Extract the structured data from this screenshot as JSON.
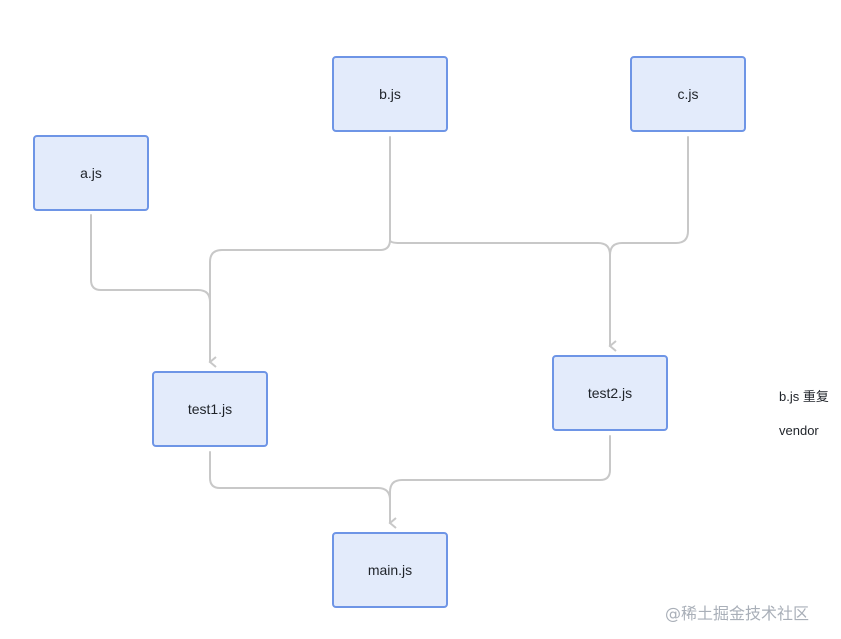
{
  "nodes": {
    "a": "a.js",
    "b": "b.js",
    "c": "c.js",
    "test1": "test1.js",
    "test2": "test2.js",
    "main": "main.js"
  },
  "notes": {
    "duplicate": "b.js 重复",
    "vendor": "vendor"
  },
  "watermark": "@稀土掘金技术社区",
  "colors": {
    "node_fill": "#e3ebfb",
    "node_border": "#6e95e6",
    "edge": "#c8c8c8"
  }
}
